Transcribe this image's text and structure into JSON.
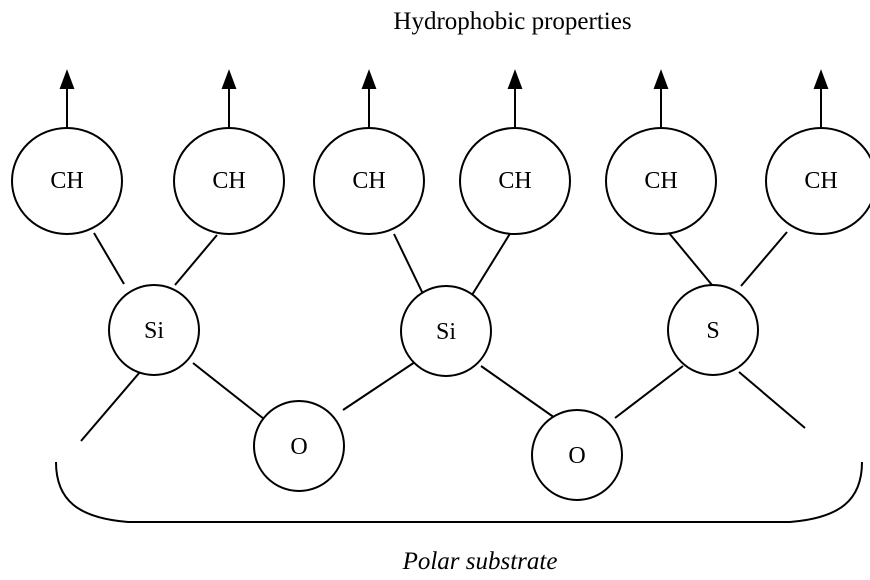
{
  "title": "Hydrophobic properties",
  "substrate_label": "Polar substrate",
  "stroke_color": "#000000",
  "background_color": "#ffffff",
  "groups": [
    {
      "id": "ch-1",
      "label": "CH"
    },
    {
      "id": "ch-2",
      "label": "CH"
    },
    {
      "id": "ch-3",
      "label": "CH"
    },
    {
      "id": "ch-4",
      "label": "CH"
    },
    {
      "id": "ch-5",
      "label": "CH"
    },
    {
      "id": "ch-6",
      "label": "CH"
    }
  ],
  "silicon_atoms": [
    {
      "id": "si-1",
      "label": "Si"
    },
    {
      "id": "si-2",
      "label": "Si"
    },
    {
      "id": "si-3",
      "label": "S"
    }
  ],
  "oxygen_atoms": [
    {
      "id": "o-1",
      "label": "O"
    },
    {
      "id": "o-2",
      "label": "O"
    }
  ]
}
